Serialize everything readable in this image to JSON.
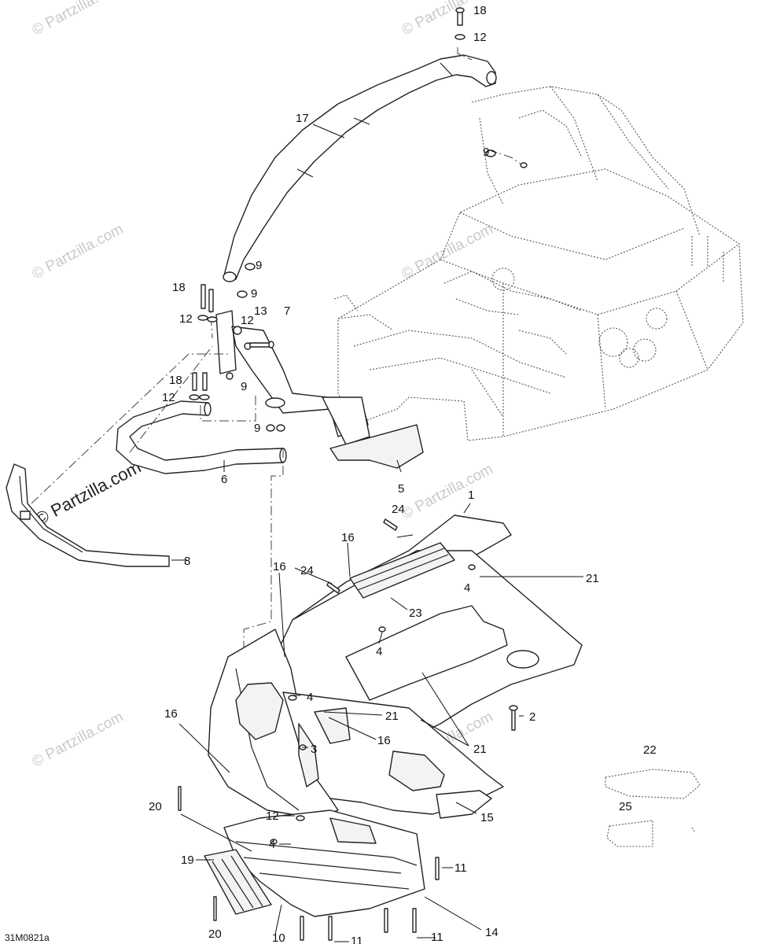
{
  "watermark": {
    "text": "© Partzilla.com",
    "main_text": "© Partzilla.com"
  },
  "drawing_code": "31M0821a",
  "callouts": {
    "c18_top": "18",
    "c12_top": "12",
    "c17": "17",
    "c9_frame": "9",
    "c9_bar1": "9",
    "c9_bar2": "9",
    "c18_bracket": "18",
    "c12_bracket": "12",
    "c12_mid": "12",
    "c13": "13",
    "c7": "7",
    "c9_mid": "9",
    "c18_bumper": "18",
    "c12_bumper": "12",
    "c9_low": "9",
    "c6": "6",
    "c5": "5",
    "c8": "8",
    "c1": "1",
    "c24_top": "24",
    "c16_top": "16",
    "c16_left": "16",
    "c24_mid": "24",
    "c4_a": "4",
    "c21_right": "21",
    "c23": "23",
    "c4_b": "4",
    "c4_c": "4",
    "c21_mid": "21",
    "c2": "2",
    "c16_mid": "16",
    "c16_lower": "16",
    "c3": "3",
    "c21_low": "21",
    "c22": "22",
    "c25": "25",
    "c20_a": "20",
    "c12_low": "12",
    "c15": "15",
    "c4_d": "4",
    "c19": "19",
    "c11_a": "11",
    "c14": "14",
    "c20_b": "20",
    "c10": "10",
    "c11_b": "11",
    "c11_c": "11"
  }
}
